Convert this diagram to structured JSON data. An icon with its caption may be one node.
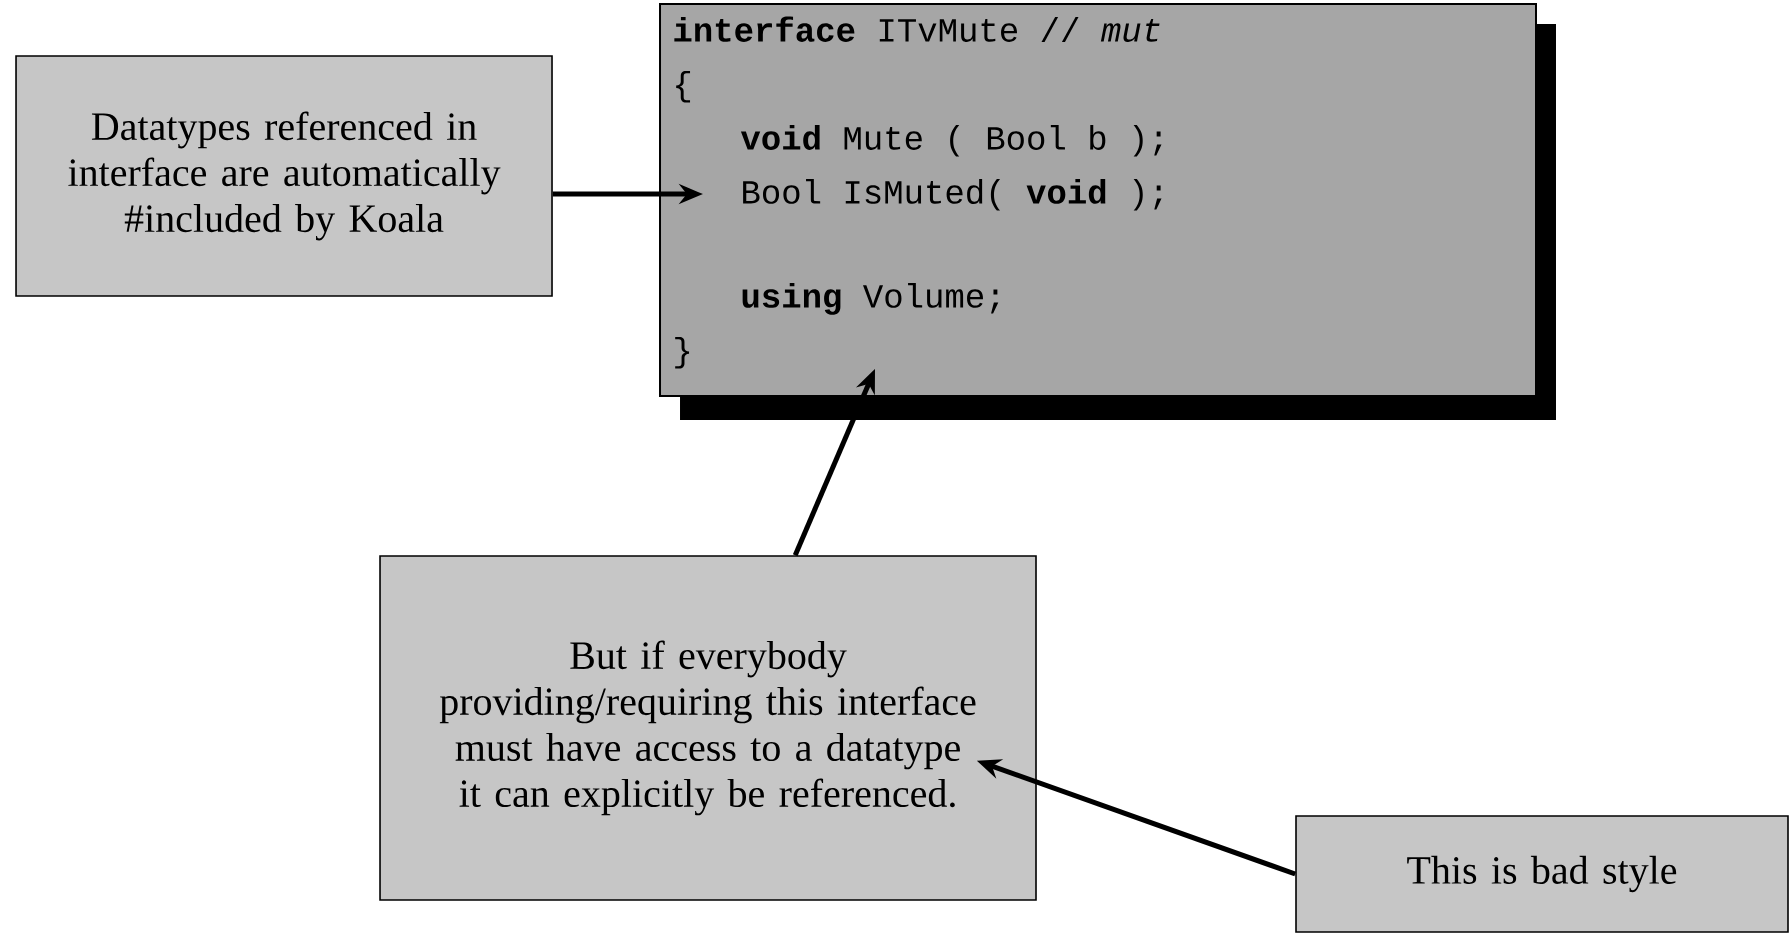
{
  "diagram": {
    "nodes": [
      {
        "text": [
          "**interface** ITvMute // *mut*",
          "{",
          "**void** Mute ( Bool b );",
          "Bool IsMuted( **void** );",
          "**using** Volume;",
          "}"
        ]
      },
      {
        "text": [
          "Datatypes referenced in interface are automatically #included by Koala"
        ]
      },
      {
        "text": [
          "But if everybody providing/requiring this interface must have access to a datatype it can explicitly be referenced."
        ]
      },
      {
        "text": [
          "This is bad style"
        ]
      }
    ],
    "edges": [
      {
        "from": 1,
        "to": 0,
        "arrow": "to"
      },
      {
        "from": 2,
        "to": 0,
        "arrow": "to"
      },
      {
        "from": 3,
        "to": 2,
        "arrow": "to"
      }
    ]
  }
}
